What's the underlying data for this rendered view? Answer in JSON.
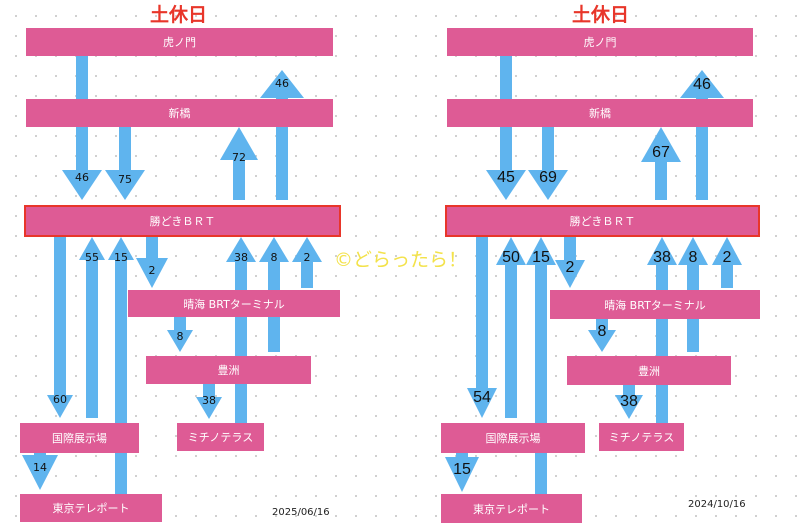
{
  "colors": {
    "node": "#de5b95",
    "hub_border": "#e8362a",
    "arrow": "#5fb4ee",
    "title": "#e8362a",
    "watermark": "#f3e24a"
  },
  "watermark": "©どらったら！",
  "left": {
    "title": "土休日",
    "date": "2025/06/16",
    "nodes": {
      "toranomon": "虎ノ門",
      "shinbashi": "新橋",
      "kachidoki": "勝どきＢＲＴ",
      "harumi": "晴海 BRTターミナル",
      "toyosu": "豊洲",
      "michino": "ミチノテラス",
      "kokusai": "国際展示場",
      "teleport": "東京テレポート"
    },
    "flows": {
      "tora_shin": "",
      "shin_tora": "46",
      "shin_kachi_a": "46",
      "shin_kachi_b": "75",
      "kachi_shin": "72",
      "kachi_kokusai": "60",
      "kokusai_teleport": "14",
      "kokusai_kachi": "55",
      "teleport_kachi": "15",
      "kachi_harumi": "2",
      "harumi_toyosu": "8",
      "toyosu_michino": "38",
      "michino_kachi": "38",
      "toyosu_kachi": "8",
      "harumi_kachi": "2"
    }
  },
  "right": {
    "title": "土休日",
    "date": "2024/10/16",
    "nodes": {
      "toranomon": "虎ノ門",
      "shinbashi": "新橋",
      "kachidoki": "勝どきＢＲＴ",
      "harumi": "晴海 BRTターミナル",
      "toyosu": "豊洲",
      "michino": "ミチノテラス",
      "kokusai": "国際展示場",
      "teleport": "東京テレポート"
    },
    "flows": {
      "tora_shin": "",
      "shin_tora": "46",
      "shin_kachi_a": "45",
      "shin_kachi_b": "69",
      "kachi_shin": "67",
      "kachi_kokusai": "54",
      "kokusai_teleport": "15",
      "kokusai_kachi": "50",
      "teleport_kachi": "15",
      "kachi_harumi": "2",
      "harumi_toyosu": "8",
      "toyosu_michino": "38",
      "michino_kachi": "38",
      "toyosu_kachi": "8",
      "harumi_kachi": "2"
    }
  }
}
